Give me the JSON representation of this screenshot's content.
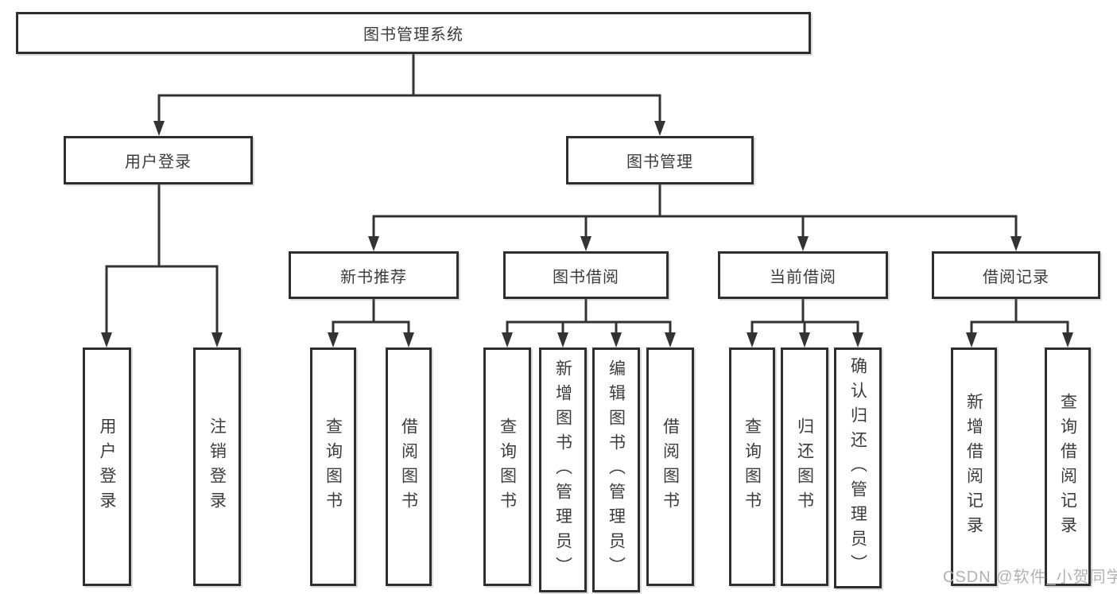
{
  "tree": {
    "label": "图书管理系统",
    "children": [
      {
        "label": "用户登录",
        "children": [
          {
            "label": "用户登录"
          },
          {
            "label": "注销登录"
          }
        ]
      },
      {
        "label": "图书管理",
        "children": [
          {
            "label": "新书推荐",
            "children": [
              {
                "label": "查询图书"
              },
              {
                "label": "借阅图书"
              }
            ]
          },
          {
            "label": "图书借阅",
            "children": [
              {
                "label": "查询图书"
              },
              {
                "label": "新增图书（管理员）"
              },
              {
                "label": "编辑图书（管理员）"
              },
              {
                "label": "借阅图书"
              }
            ]
          },
          {
            "label": "当前借阅",
            "children": [
              {
                "label": "查询图书"
              },
              {
                "label": "归还图书"
              },
              {
                "label": "确认归还（管理员）"
              }
            ]
          },
          {
            "label": "借阅记录",
            "children": [
              {
                "label": "新增借阅记录"
              },
              {
                "label": "查询借阅记录"
              }
            ]
          }
        ]
      }
    ]
  },
  "watermark": "CSDN @软件_小贺同学",
  "colors": {
    "line": "#333333",
    "border": "#2f2f2f",
    "text": "#3c3c3c",
    "watermark": "#b2b2b2"
  }
}
